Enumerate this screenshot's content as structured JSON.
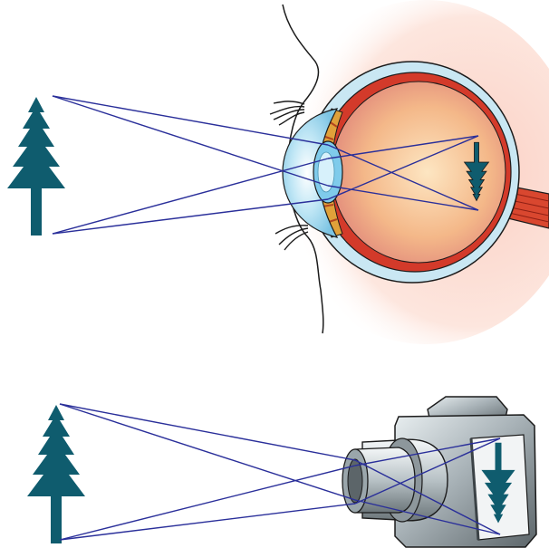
{
  "figure": {
    "panels": [
      {
        "id": "eye",
        "object": "tree-icon",
        "device": "eye-icon",
        "image": "inverted-tree-image"
      },
      {
        "id": "camera",
        "object": "tree-icon",
        "device": "camera-icon",
        "image": "inverted-tree-image"
      }
    ]
  },
  "colors": {
    "tree": "#0f5c6e",
    "rays": "#2a2f9a",
    "skin": "#fbd9cf",
    "sclera": "#c9e7f3",
    "choroid": "#d33a2a",
    "vitreous": "#f3c8a6",
    "lens": "#8fd3ee",
    "camera_body": "#9aa3a8",
    "camera_dark": "#3b4246"
  }
}
